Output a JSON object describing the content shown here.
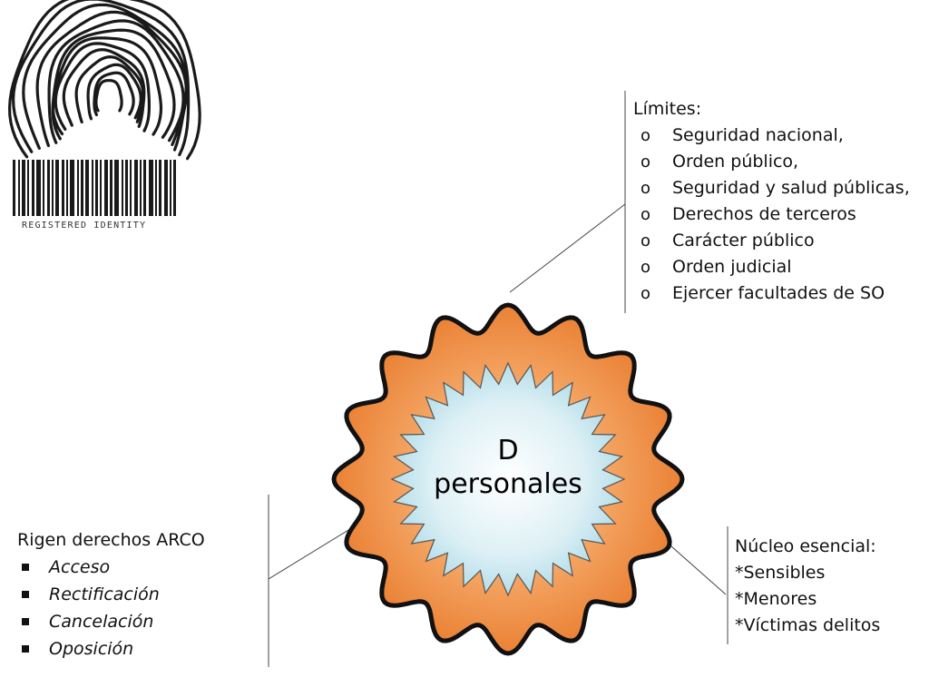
{
  "logo": {
    "caption": "REGISTERED IDENTITY",
    "icon": "fingerprint-barcode-icon"
  },
  "center": {
    "line1": "D",
    "line2": "personales",
    "outer_color": "#E8792A",
    "inner_color": "#BEE3EE"
  },
  "limits": {
    "heading": "Límites:",
    "items": [
      "Seguridad nacional,",
      "Orden público,",
      "Seguridad y salud públicas,",
      "Derechos de terceros",
      "Carácter público",
      "Orden judicial",
      "Ejercer facultades de SO"
    ]
  },
  "arco": {
    "heading": "Rigen derechos ARCO",
    "items": [
      "Acceso",
      "Rectificación",
      "Cancelación",
      "Oposición"
    ]
  },
  "nucleus": {
    "heading": "Núcleo esencial:",
    "lines": [
      "*Sensibles",
      "*Menores",
      "*Víctimas delitos"
    ]
  }
}
